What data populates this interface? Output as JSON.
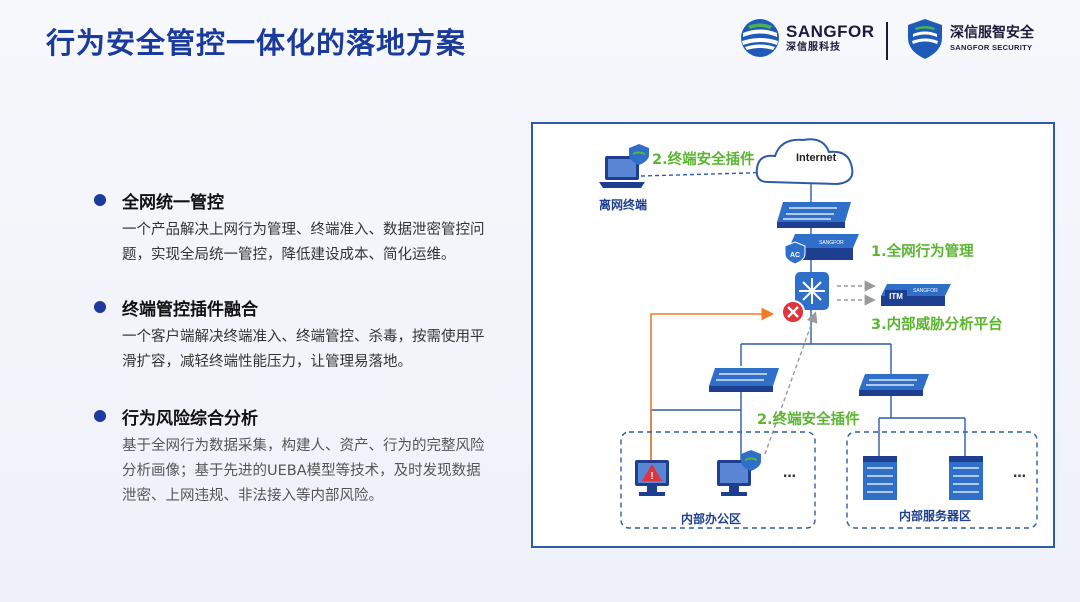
{
  "title": "行为安全管控一体化的落地方案",
  "logo_sangfor": {
    "name": "SANGFOR",
    "sub": "深信服科技"
  },
  "logo_security": {
    "name": "深信服智安全",
    "sub": "SANGFOR SECURITY"
  },
  "bullets": [
    {
      "heading": "全网统一管控",
      "body": "一个产品解决上网行为管理、终端准入、数据泄密管控问题，实现全局统一管控，降低建设成本、简化运维。"
    },
    {
      "heading": "终端管控插件融合",
      "body": "一个客户端解决终端准入、终端管控、杀毒，按需使用平滑扩容，减轻终端性能压力，让管理易落地。"
    },
    {
      "heading": "行为风险综合分析",
      "body": "基于全网行为数据采集，构建人、资产、行为的完整风险分析画像；基于先进的UEBA模型等技术，及时发现数据泄密、上网违规、非法接入等内部风险。"
    }
  ],
  "diagram": {
    "internet": "Internet",
    "offline_terminal": "离网终端",
    "plugin_top": "2.终端安全插件",
    "behavior_mgmt": "1.全网行为管理",
    "ac_badge": "AC",
    "device_brand": "SANGFOR",
    "itm_badge": "ITM",
    "threat_platform": "3.内部威胁分析平台",
    "plugin_mid": "2.终端安全插件",
    "office_zone": "内部办公区",
    "server_zone": "内部服务器区",
    "ellipsis": "…",
    "alert_mark": "!"
  },
  "colors": {
    "title": "#1a3a9c",
    "accent_green": "#5cb531",
    "line_blue": "#2e5aa8",
    "alert_orange": "#f07b28",
    "alert_red": "#e0333c"
  }
}
